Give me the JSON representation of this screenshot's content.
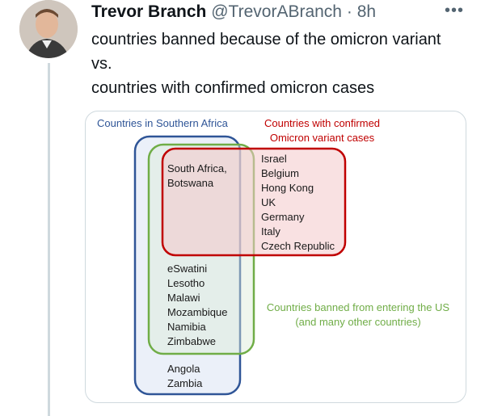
{
  "tweet": {
    "author_name": "Trevor Branch",
    "handle": "@TrevorABranch",
    "separator": "·",
    "time": "8h",
    "text_lines": [
      "countries banned because of the omicron variant",
      "vs.",
      "countries with confirmed omicron cases"
    ]
  },
  "venn": {
    "southern_africa_label": "Countries in Southern Africa",
    "confirmed_label": [
      "Countries with confirmed",
      "Omicron variant cases"
    ],
    "banned_label": [
      "Countries banned from entering the US",
      "(and many other countries)"
    ],
    "overlap_countries": [
      "South Africa,",
      "Botswana"
    ],
    "confirmed_only": [
      "Israel",
      "Belgium",
      "Hong Kong",
      "UK",
      "Germany",
      "Italy",
      "Czech Republic"
    ],
    "banned_southern": [
      "eSwatini",
      "Lesotho",
      "Malawi",
      "Mozambique",
      "Namibia",
      "Zimbabwe"
    ],
    "southern_only": [
      "Angola",
      "Zambia"
    ],
    "colors": {
      "blue": "#2f5597",
      "red": "#c00000",
      "green": "#70ad47"
    }
  }
}
